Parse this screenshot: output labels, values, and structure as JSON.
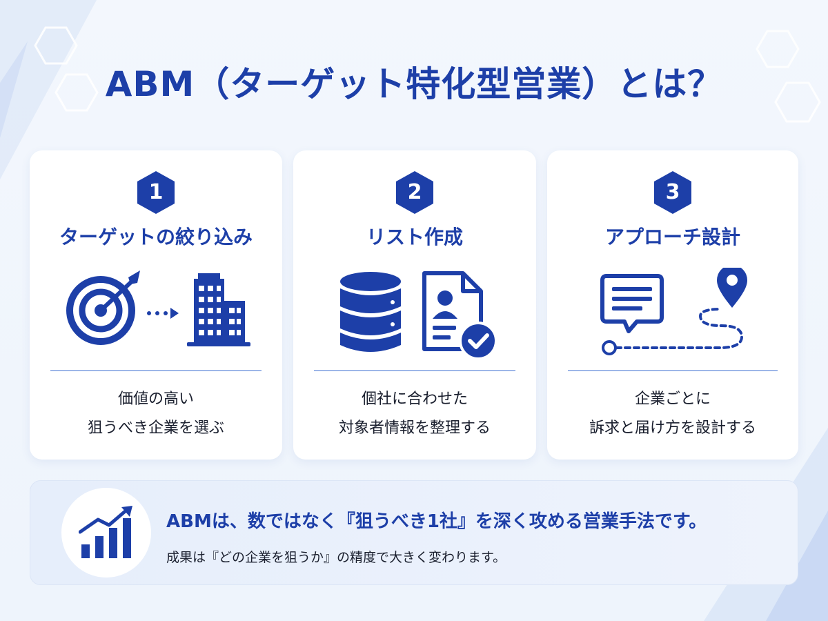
{
  "title": "ABM（ターゲット特化型営業）とは？",
  "colors": {
    "primary": "#1d3fa8",
    "card_bg": "#ffffff",
    "page_bg": "#f3f7fd"
  },
  "steps": [
    {
      "number": "1",
      "title": "ターゲットの絞り込み",
      "desc_lines": [
        "価値の高い",
        "狙うべき企業を選ぶ"
      ],
      "icons": [
        "target-icon",
        "arrow-icon",
        "building-icon"
      ]
    },
    {
      "number": "2",
      "title": "リスト作成",
      "desc_lines": [
        "個社に合わせた",
        "対象者情報を整理する"
      ],
      "icons": [
        "database-icon",
        "profile-document-icon",
        "check-icon"
      ]
    },
    {
      "number": "3",
      "title": "アプローチ設計",
      "desc_lines": [
        "企業ごとに",
        "訴求と届け方を設計する"
      ],
      "icons": [
        "message-icon",
        "route-icon",
        "location-pin-icon"
      ]
    }
  ],
  "summary": {
    "main": "ABMは、数ではなく『狙うべき1社』を深く攻める営業手法です。",
    "sub": "成果は『どの企業を狙うか』の精度で大きく変わります。",
    "icon": "growth-chart-icon"
  }
}
